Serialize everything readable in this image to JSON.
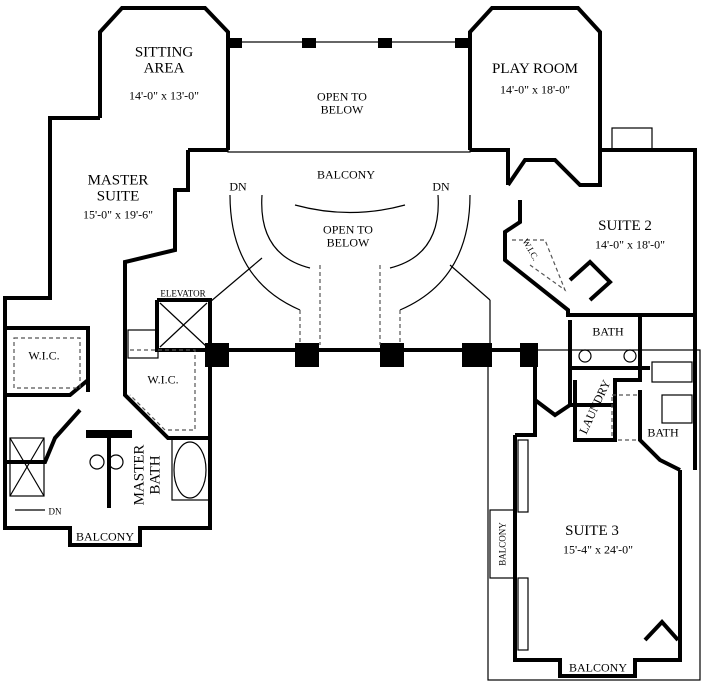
{
  "plan": {
    "rooms": {
      "sitting_area": {
        "name": "SITTING\nAREA",
        "name_line1": "SITTING",
        "name_line2": "AREA",
        "dims": "14'-0\" x 13'-0\""
      },
      "open_to_below_top": {
        "line1": "OPEN TO",
        "line2": "BELOW"
      },
      "play_room": {
        "name": "PLAY ROOM",
        "dims": "14'-0\" x 18'-0\""
      },
      "master_suite": {
        "line1": "MASTER",
        "line2": "SUITE",
        "dims": "15'-0\" x 19'-6\""
      },
      "balcony_main": {
        "name": "BALCONY"
      },
      "open_to_below_stair": {
        "line1": "OPEN TO",
        "line2": "BELOW"
      },
      "suite_2": {
        "name": "SUITE 2",
        "dims": "14'-0\" x 18'-0\""
      },
      "wic_suite2": {
        "name": "W.I.C."
      },
      "elevator": {
        "name": "ELEVATOR"
      },
      "bath_suite2": {
        "name": "BATH"
      },
      "wic_master_left": {
        "name": "W.I.C."
      },
      "wic_master_right": {
        "name": "W.I.C."
      },
      "laundry": {
        "name": "LAUNDRY"
      },
      "bath_suite3": {
        "name": "BATH"
      },
      "master_bath": {
        "line1": "MASTER",
        "line2": "BATH"
      },
      "suite_3": {
        "name": "SUITE 3",
        "dims": "15'-4\" x 24'-0\""
      },
      "balcony_master": {
        "name": "BALCONY"
      },
      "balcony_side": {
        "name": "BALCONY"
      },
      "balcony_suite3": {
        "name": "BALCONY"
      }
    },
    "stairs": {
      "dn_left": "DN",
      "dn_right": "DN",
      "dn_bath": "DN"
    }
  }
}
